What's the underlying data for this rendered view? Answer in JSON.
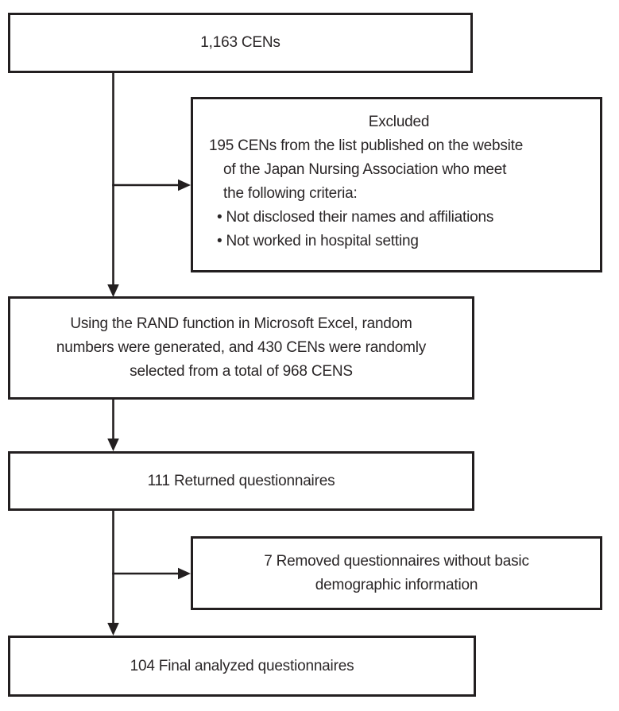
{
  "diagram": {
    "background": "#ffffff",
    "colors": {
      "box_border": "#231f20",
      "connector": "#231f20",
      "text": "#2a2627"
    },
    "boxes": {
      "initial": {
        "text": "1,163 CENs"
      },
      "excluded": {
        "title": "Excluded",
        "lines": [
          "195 CENs from the list published on the website",
          "of the Japan Nursing Association who meet",
          "the following criteria:",
          "• Not disclosed their names and affiliations",
          "• Not worked in hospital setting"
        ]
      },
      "random_selection": {
        "lines": [
          "Using the RAND function in Microsoft Excel, random",
          "numbers were generated, and 430 CENs were randomly",
          "selected from a total of 968 CENS"
        ]
      },
      "returned": {
        "text": "111 Returned questionnaires"
      },
      "removed": {
        "lines": [
          "7 Removed questionnaires without basic",
          "demographic information"
        ]
      },
      "final": {
        "text": "104 Final analyzed questionnaires"
      }
    }
  }
}
